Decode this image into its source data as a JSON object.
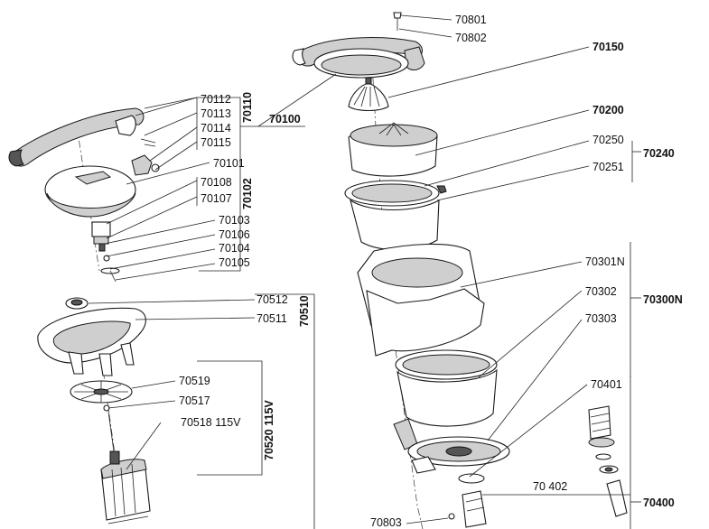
{
  "labels": {
    "p70801": "70801",
    "p70802": "70802",
    "p70150": "70150",
    "p70100": "70100",
    "p70110": "70110",
    "p70112": "70112",
    "p70113": "70113",
    "p70114": "70114",
    "p70115": "70115",
    "p70101": "70101",
    "p70102": "70102",
    "p70108": "70108",
    "p70107": "70107",
    "p70103": "70103",
    "p70106": "70106",
    "p70104": "70104",
    "p70105": "70105",
    "p70200": "70200",
    "p70250": "70250",
    "p70240": "70240",
    "p70251": "70251",
    "p70301N": "70301N",
    "p70300N": "70300N",
    "p70302": "70302",
    "p70303": "70303",
    "p70401": "70401",
    "p70402": "70 402",
    "p70400": "70400",
    "p70803": "70803",
    "p70512": "70512",
    "p70511": "70511",
    "p70510": "70510",
    "p70519": "70519",
    "p70517": "70517",
    "p70518": "70518 115V",
    "p70520": "70520 115V"
  },
  "colors": {
    "line": "#222222",
    "part_fill": "#ffffff",
    "part_shade": "#cfcfcf",
    "part_dark": "#555555"
  }
}
